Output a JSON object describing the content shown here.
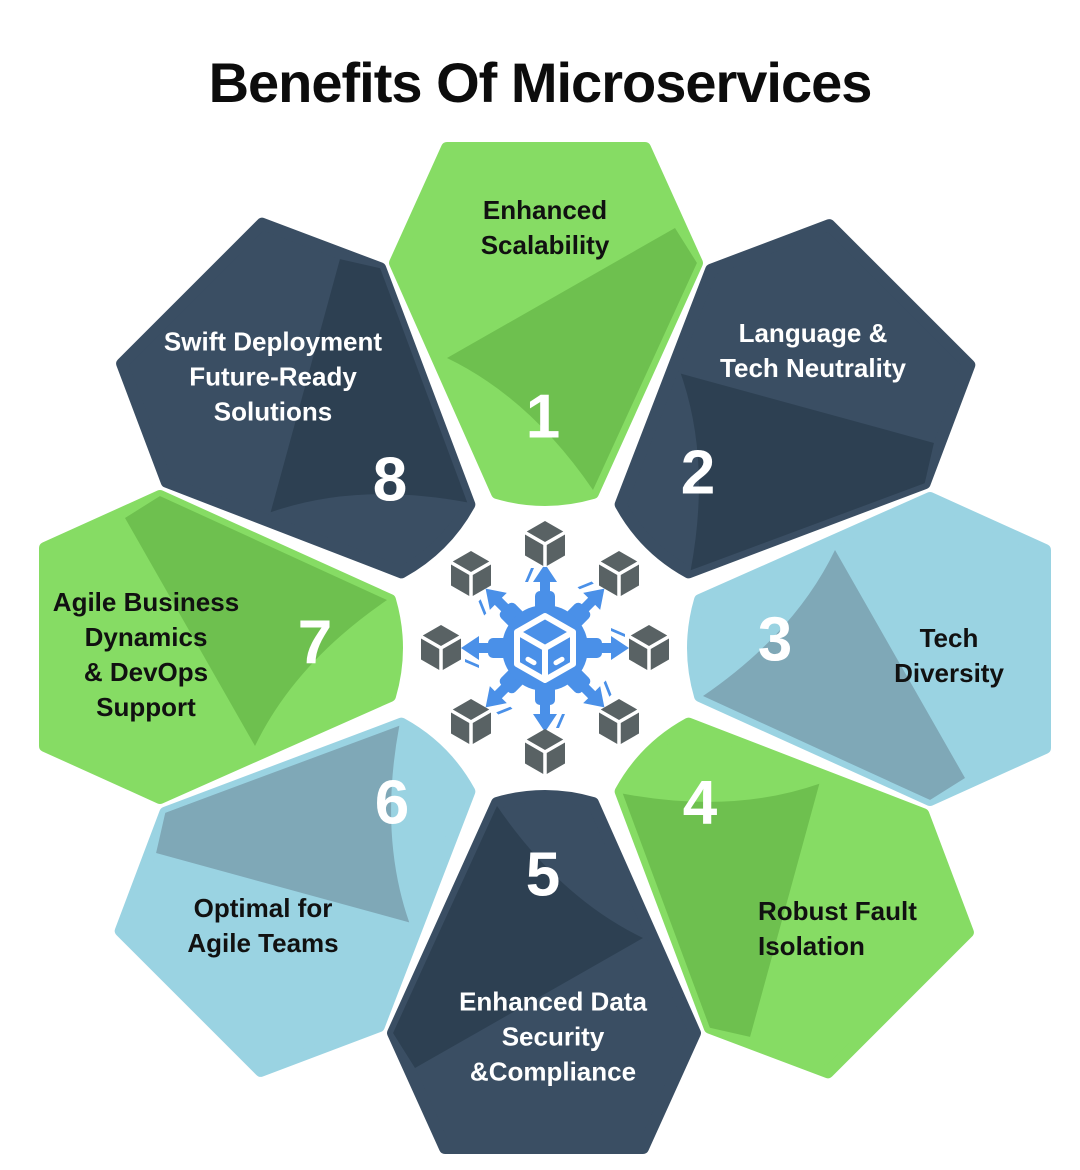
{
  "title": "Benefits Of Microservices",
  "colors": {
    "background": "#ffffff",
    "title_color": "#0c0c0c",
    "green": "#86DC64",
    "green_shade": "#6EC04F",
    "navy": "#3A4E63",
    "navy_shade": "#2D4052",
    "light_blue": "#9AD3E2",
    "light_blue_shade": "#7FA8B7",
    "white": "#ffffff"
  },
  "center_icon": {
    "name": "microservices-gear-hub-icon",
    "gear_color": "#4A90E8",
    "arrow_color": "#4A90E8",
    "cube_color": "#596264"
  },
  "petals": [
    {
      "number": "1",
      "label": "Enhanced\nScalability",
      "color": "#86DC64",
      "shade": "#6EC04F",
      "text_color": "#111111"
    },
    {
      "number": "2",
      "label": "Language &\nTech Neutrality",
      "color": "#3A4E63",
      "shade": "#2D4052",
      "text_color": "#ffffff"
    },
    {
      "number": "3",
      "label": "Tech\nDiversity",
      "color": "#9AD3E2",
      "shade": "#7FA8B7",
      "text_color": "#111111"
    },
    {
      "number": "4",
      "label": "Robust Fault\nIsolation",
      "color": "#86DC64",
      "shade": "#6EC04F",
      "text_color": "#111111"
    },
    {
      "number": "5",
      "label": "Enhanced Data\nSecurity\n&Compliance",
      "color": "#3A4E63",
      "shade": "#2D4052",
      "text_color": "#ffffff"
    },
    {
      "number": "6",
      "label": "Optimal for\nAgile Teams",
      "color": "#9AD3E2",
      "shade": "#7FA8B7",
      "text_color": "#111111"
    },
    {
      "number": "7",
      "label": "Agile Business\nDynamics\n& DevOps\nSupport",
      "color": "#86DC64",
      "shade": "#6EC04F",
      "text_color": "#111111"
    },
    {
      "number": "8",
      "label": "Swift Deployment\nFuture-Ready\nSolutions",
      "color": "#3A4E63",
      "shade": "#2D4052",
      "text_color": "#ffffff"
    }
  ]
}
